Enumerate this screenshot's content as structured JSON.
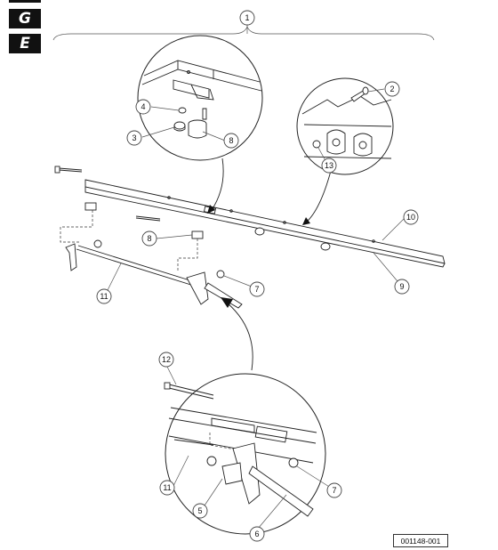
{
  "tabs": {
    "g": "G",
    "e": "E"
  },
  "callouts": [
    {
      "id": "c1",
      "label": "1"
    },
    {
      "id": "c2",
      "label": "2"
    },
    {
      "id": "c3",
      "label": "3"
    },
    {
      "id": "c4",
      "label": "4"
    },
    {
      "id": "c5",
      "label": "5"
    },
    {
      "id": "c6",
      "label": "6"
    },
    {
      "id": "c7a",
      "label": "7"
    },
    {
      "id": "c7b",
      "label": "7"
    },
    {
      "id": "c8a",
      "label": "8"
    },
    {
      "id": "c8b",
      "label": "8"
    },
    {
      "id": "c9",
      "label": "9"
    },
    {
      "id": "c10",
      "label": "10"
    },
    {
      "id": "c11a",
      "label": "11"
    },
    {
      "id": "c11b",
      "label": "11"
    },
    {
      "id": "c12",
      "label": "12"
    },
    {
      "id": "c13",
      "label": "13"
    }
  ],
  "part_number": "001148-001"
}
